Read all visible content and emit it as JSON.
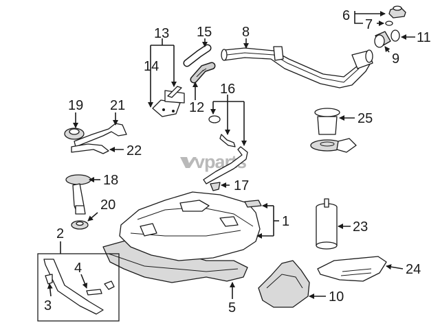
{
  "watermark": {
    "brand": "vparts",
    "logo_mark": "v"
  },
  "callouts": [
    {
      "id": "c1",
      "label": "1"
    },
    {
      "id": "c2",
      "label": "2"
    },
    {
      "id": "c3",
      "label": "3"
    },
    {
      "id": "c4",
      "label": "4"
    },
    {
      "id": "c5",
      "label": "5"
    },
    {
      "id": "c6",
      "label": "6"
    },
    {
      "id": "c7",
      "label": "7"
    },
    {
      "id": "c8",
      "label": "8"
    },
    {
      "id": "c9",
      "label": "9"
    },
    {
      "id": "c10",
      "label": "10"
    },
    {
      "id": "c11",
      "label": "11"
    },
    {
      "id": "c12",
      "label": "12"
    },
    {
      "id": "c13",
      "label": "13"
    },
    {
      "id": "c14",
      "label": "14"
    },
    {
      "id": "c15",
      "label": "15"
    },
    {
      "id": "c16",
      "label": "16"
    },
    {
      "id": "c17",
      "label": "17"
    },
    {
      "id": "c18",
      "label": "18"
    },
    {
      "id": "c19",
      "label": "19"
    },
    {
      "id": "c20",
      "label": "20"
    },
    {
      "id": "c21",
      "label": "21"
    },
    {
      "id": "c22",
      "label": "22"
    },
    {
      "id": "c23",
      "label": "23"
    },
    {
      "id": "c24",
      "label": "24"
    },
    {
      "id": "c25",
      "label": "25"
    }
  ]
}
